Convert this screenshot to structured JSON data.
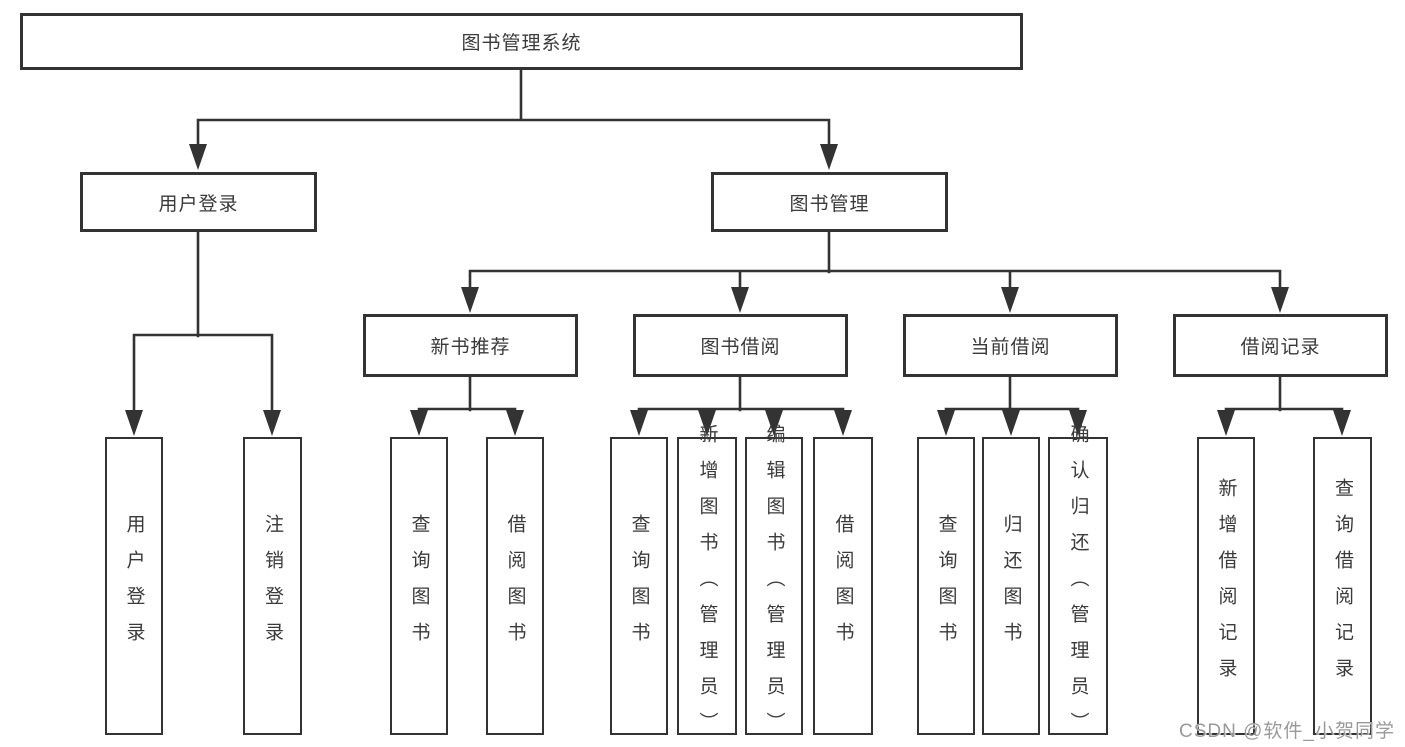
{
  "diagram": {
    "root": "图书管理系统",
    "level1": [
      "用户登录",
      "图书管理"
    ],
    "level2": [
      "新书推荐",
      "图书借阅",
      "当前借阅",
      "借阅记录"
    ],
    "leaves": {
      "user_login": [
        "用户登录",
        "注销登录"
      ],
      "new_books": [
        "查询图书",
        "借阅图书"
      ],
      "book_borrow": [
        "查询图书",
        "新增图书（管理员）",
        "编辑图书（管理员）",
        "借阅图书"
      ],
      "current_borrow": [
        "查询图书",
        "归还图书",
        "确认归还（管理员）"
      ],
      "borrow_records": [
        "新增借阅记录",
        "查询借阅记录"
      ]
    }
  },
  "watermark": {
    "text": "CSDN @软件_小贺同学"
  },
  "colors": {
    "line": "#333333",
    "text": "#3a3a3a",
    "bg": "#ffffff",
    "watermark": "#9a9a9a"
  }
}
